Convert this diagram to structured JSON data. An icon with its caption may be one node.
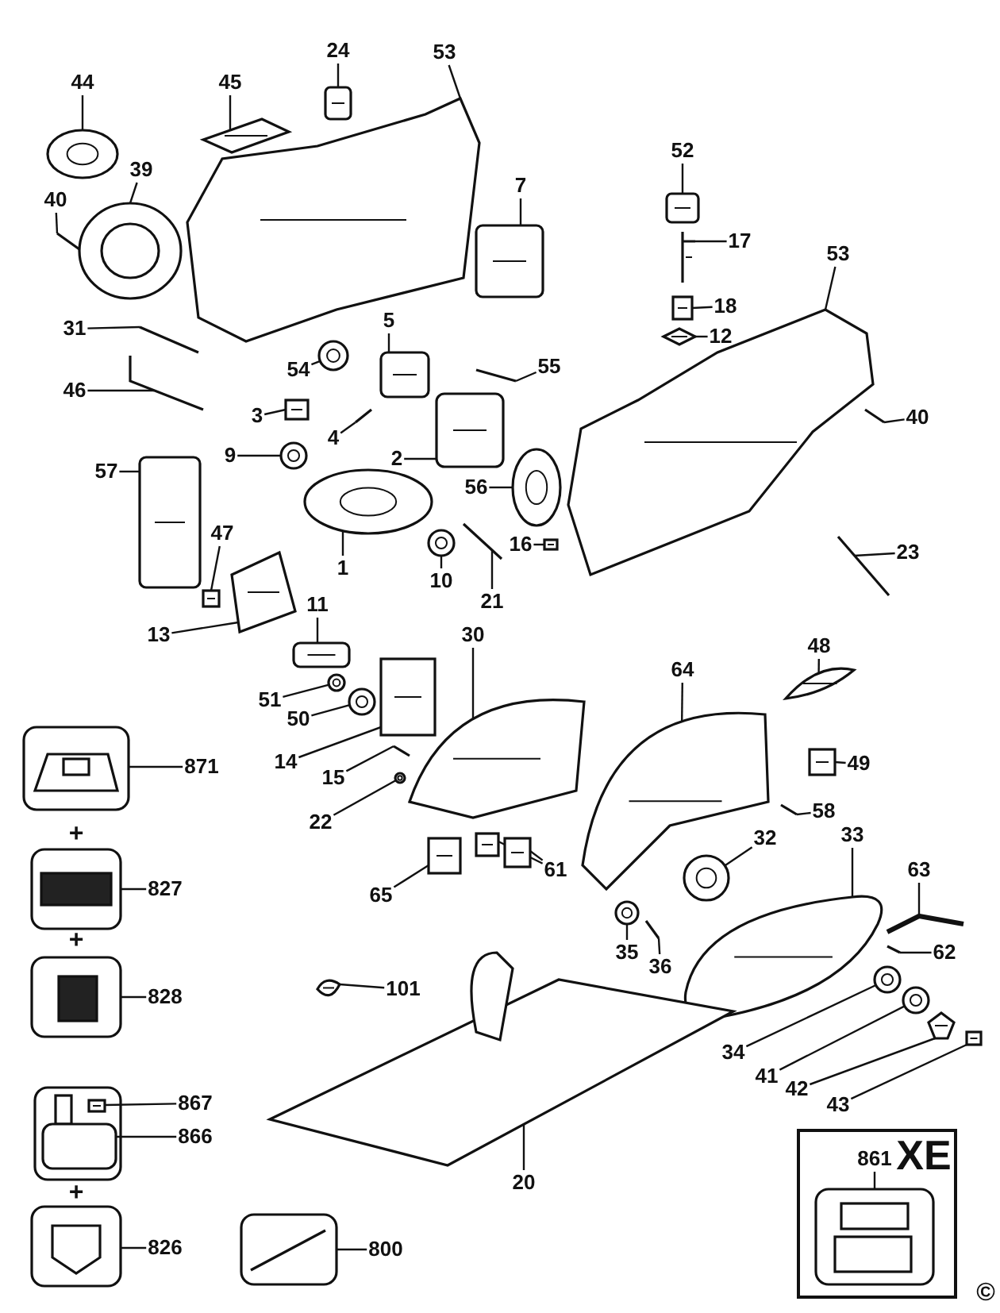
{
  "diagram": {
    "nodes": [
      {
        "text": [
          "24"
        ]
      },
      {
        "text": [
          "53"
        ]
      },
      {
        "text": [
          "44"
        ]
      },
      {
        "text": [
          "45"
        ]
      },
      {
        "text": [
          "39"
        ]
      },
      {
        "text": [
          "40"
        ]
      },
      {
        "text": [
          "52"
        ]
      },
      {
        "text": [
          "7"
        ]
      },
      {
        "text": [
          "17"
        ]
      },
      {
        "text": [
          "53"
        ]
      },
      {
        "text": [
          "18"
        ]
      },
      {
        "text": [
          "5"
        ]
      },
      {
        "text": [
          "31"
        ]
      },
      {
        "text": [
          "12"
        ]
      },
      {
        "text": [
          "54"
        ]
      },
      {
        "text": [
          "55"
        ]
      },
      {
        "text": [
          "46"
        ]
      },
      {
        "text": [
          "3"
        ]
      },
      {
        "text": [
          "40"
        ]
      },
      {
        "text": [
          "4"
        ]
      },
      {
        "text": [
          "9"
        ]
      },
      {
        "text": [
          "2"
        ]
      },
      {
        "text": [
          "57"
        ]
      },
      {
        "text": [
          "56"
        ]
      },
      {
        "text": [
          "16"
        ]
      },
      {
        "text": [
          "47"
        ]
      },
      {
        "text": [
          "23"
        ]
      },
      {
        "text": [
          "1"
        ]
      },
      {
        "text": [
          "10"
        ]
      },
      {
        "text": [
          "21"
        ]
      },
      {
        "text": [
          "11"
        ]
      },
      {
        "text": [
          "30"
        ]
      },
      {
        "text": [
          "13"
        ]
      },
      {
        "text": [
          "64"
        ]
      },
      {
        "text": [
          "48"
        ]
      },
      {
        "text": [
          "51"
        ]
      },
      {
        "text": [
          "50"
        ]
      },
      {
        "text": [
          "61"
        ]
      },
      {
        "text": [
          "871"
        ]
      },
      {
        "text": [
          "14"
        ]
      },
      {
        "text": [
          "49"
        ]
      },
      {
        "text": [
          "15"
        ]
      },
      {
        "text": [
          "58"
        ]
      },
      {
        "text": [
          "22"
        ]
      },
      {
        "text": [
          "33"
        ]
      },
      {
        "text": [
          "32"
        ]
      },
      {
        "text": [
          "63"
        ]
      },
      {
        "text": [
          "827"
        ]
      },
      {
        "text": [
          "65"
        ]
      },
      {
        "text": [
          "35"
        ]
      },
      {
        "text": [
          "62"
        ]
      },
      {
        "text": [
          "36"
        ]
      },
      {
        "text": [
          "101"
        ]
      },
      {
        "text": [
          "828"
        ]
      },
      {
        "text": [
          "34"
        ]
      },
      {
        "text": [
          "41"
        ]
      },
      {
        "text": [
          "42"
        ]
      },
      {
        "text": [
          "43"
        ]
      },
      {
        "text": [
          "867"
        ]
      },
      {
        "text": [
          "866"
        ]
      },
      {
        "text": [
          "861"
        ]
      },
      {
        "text": [
          "20"
        ]
      },
      {
        "text": [
          "826"
        ]
      },
      {
        "text": [
          "800"
        ]
      },
      {
        "text": [],
        "shape": "picture"
      },
      {
        "text": [],
        "shape": "picture"
      },
      {
        "text": [],
        "shape": "picture"
      },
      {
        "text": [],
        "shape": "picture"
      },
      {
        "text": [],
        "shape": "picture"
      },
      {
        "text": [],
        "shape": "picture"
      },
      {
        "text": [],
        "shape": "picture"
      },
      {
        "text": [],
        "shape": "picture"
      },
      {
        "text": [],
        "shape": "picture"
      },
      {
        "text": [],
        "shape": "picture"
      },
      {
        "text": [],
        "shape": "picture"
      },
      {
        "text": [],
        "shape": "picture"
      },
      {
        "text": [],
        "shape": "picture"
      },
      {
        "text": [],
        "shape": "picture"
      },
      {
        "text": [],
        "shape": "picture"
      },
      {
        "text": [],
        "shape": "picture"
      },
      {
        "text": [],
        "shape": "picture"
      },
      {
        "text": [],
        "shape": "picture"
      },
      {
        "text": [],
        "shape": "picture"
      },
      {
        "text": [],
        "shape": "picture"
      },
      {
        "text": [],
        "shape": "picture"
      },
      {
        "text": [],
        "shape": "picture"
      },
      {
        "text": [],
        "shape": "picture"
      },
      {
        "text": [],
        "shape": "picture"
      },
      {
        "text": [],
        "shape": "picture"
      },
      {
        "text": [],
        "shape": "picture"
      },
      {
        "text": [],
        "shape": "picture"
      },
      {
        "text": [],
        "shape": "picture"
      },
      {
        "text": [],
        "shape": "picture"
      },
      {
        "text": [],
        "shape": "picture"
      },
      {
        "text": [],
        "shape": "picture"
      },
      {
        "text": [],
        "shape": "picture"
      },
      {
        "text": [],
        "shape": "picture"
      },
      {
        "text": [],
        "shape": "picture"
      },
      {
        "text": [],
        "shape": "picture"
      },
      {
        "text": [],
        "shape": "picture"
      },
      {
        "text": [],
        "shape": "picture"
      },
      {
        "text": [],
        "shape": "picture"
      },
      {
        "text": [],
        "shape": "picture"
      },
      {
        "text": [],
        "shape": "picture"
      },
      {
        "text": [],
        "shape": "picture"
      },
      {
        "text": [],
        "shape": "picture"
      },
      {
        "text": [],
        "shape": "picture"
      },
      {
        "text": [],
        "shape": "picture"
      },
      {
        "text": [],
        "shape": "picture"
      },
      {
        "text": [],
        "shape": "picture"
      },
      {
        "text": [],
        "shape": "picture"
      },
      {
        "text": [],
        "shape": "picture"
      },
      {
        "text": [],
        "shape": "picture"
      },
      {
        "text": [],
        "shape": "picture"
      },
      {
        "text": [],
        "shape": "picture"
      },
      {
        "text": [],
        "shape": "picture"
      },
      {
        "text": [],
        "shape": "picture"
      },
      {
        "text": [],
        "shape": "picture"
      },
      {
        "text": [],
        "shape": "picture"
      },
      {
        "text": [],
        "shape": "picture"
      },
      {
        "text": [],
        "shape": "picture"
      },
      {
        "text": [],
        "shape": "picture"
      },
      {
        "text": [],
        "shape": "picture"
      },
      {
        "text": [],
        "shape": "picture"
      },
      {
        "text": [],
        "shape": "picture"
      },
      {
        "text": [],
        "shape": "picture"
      },
      {
        "text": [],
        "shape": "picture"
      },
      {
        "text": [],
        "shape": "picture"
      },
      {
        "text": [],
        "shape": "picture"
      }
    ],
    "edges": [
      {
        "from": 0,
        "to": 64,
        "arrow": "none"
      },
      {
        "from": 1,
        "to": 65,
        "arrow": "none"
      },
      {
        "from": 2,
        "to": 66,
        "arrow": "none"
      },
      {
        "from": 3,
        "to": 67,
        "arrow": "none"
      },
      {
        "from": 4,
        "to": 68,
        "arrow": "none"
      },
      {
        "from": 5,
        "to": 69,
        "arrow": "none"
      },
      {
        "from": 6,
        "to": 70,
        "arrow": "none"
      },
      {
        "from": 7,
        "to": 71,
        "arrow": "none"
      },
      {
        "from": 8,
        "to": 72,
        "arrow": "none"
      },
      {
        "from": 9,
        "to": 73,
        "arrow": "none"
      },
      {
        "from": 10,
        "to": 74,
        "arrow": "none"
      },
      {
        "from": 11,
        "to": 75,
        "arrow": "none"
      },
      {
        "from": 12,
        "to": 76,
        "arrow": "none"
      },
      {
        "from": 13,
        "to": 77,
        "arrow": "none"
      },
      {
        "from": 14,
        "to": 78,
        "arrow": "none"
      },
      {
        "from": 15,
        "to": 79,
        "arrow": "none"
      },
      {
        "from": 16,
        "to": 80,
        "arrow": "none"
      },
      {
        "from": 17,
        "to": 81,
        "arrow": "none"
      },
      {
        "from": 18,
        "to": 82,
        "arrow": "none"
      },
      {
        "from": 19,
        "to": 83,
        "arrow": "none"
      },
      {
        "from": 20,
        "to": 84,
        "arrow": "none"
      },
      {
        "from": 21,
        "to": 85,
        "arrow": "none"
      },
      {
        "from": 22,
        "to": 86,
        "arrow": "none"
      },
      {
        "from": 23,
        "to": 87,
        "arrow": "none"
      },
      {
        "from": 24,
        "to": 88,
        "arrow": "none"
      },
      {
        "from": 25,
        "to": 89,
        "arrow": "none"
      },
      {
        "from": 26,
        "to": 90,
        "arrow": "none"
      },
      {
        "from": 27,
        "to": 91,
        "arrow": "none"
      },
      {
        "from": 28,
        "to": 92,
        "arrow": "none"
      },
      {
        "from": 29,
        "to": 93,
        "arrow": "none"
      },
      {
        "from": 30,
        "to": 94,
        "arrow": "none"
      },
      {
        "from": 31,
        "to": 95,
        "arrow": "none"
      },
      {
        "from": 32,
        "to": 96,
        "arrow": "none"
      },
      {
        "from": 33,
        "to": 97,
        "arrow": "none"
      },
      {
        "from": 34,
        "to": 98,
        "arrow": "none"
      },
      {
        "from": 35,
        "to": 99,
        "arrow": "none"
      },
      {
        "from": 36,
        "to": 100,
        "arrow": "none"
      },
      {
        "from": 37,
        "to": 101,
        "arrow": "none"
      },
      {
        "from": 37,
        "to": 102,
        "arrow": "none"
      },
      {
        "from": 38,
        "to": 103,
        "arrow": "none"
      },
      {
        "from": 39,
        "to": 104,
        "arrow": "none"
      },
      {
        "from": 40,
        "to": 105,
        "arrow": "none"
      },
      {
        "from": 41,
        "to": 106,
        "arrow": "none"
      },
      {
        "from": 42,
        "to": 107,
        "arrow": "none"
      },
      {
        "from": 43,
        "to": 108,
        "arrow": "none"
      },
      {
        "from": 44,
        "to": 109,
        "arrow": "none"
      },
      {
        "from": 45,
        "to": 110,
        "arrow": "none"
      },
      {
        "from": 46,
        "to": 111,
        "arrow": "none"
      },
      {
        "from": 47,
        "to": 112,
        "arrow": "none"
      },
      {
        "from": 48,
        "to": 113,
        "arrow": "none"
      },
      {
        "from": 49,
        "to": 114,
        "arrow": "none"
      },
      {
        "from": 50,
        "to": 115,
        "arrow": "none"
      },
      {
        "from": 51,
        "to": 116,
        "arrow": "none"
      },
      {
        "from": 52,
        "to": 117,
        "arrow": "none"
      },
      {
        "from": 53,
        "to": 118,
        "arrow": "none"
      },
      {
        "from": 54,
        "to": 119,
        "arrow": "none"
      },
      {
        "from": 55,
        "to": 120,
        "arrow": "none"
      },
      {
        "from": 56,
        "to": 121,
        "arrow": "none"
      },
      {
        "from": 57,
        "to": 122,
        "arrow": "none"
      },
      {
        "from": 58,
        "to": 124,
        "arrow": "none"
      },
      {
        "from": 59,
        "to": 123,
        "arrow": "none"
      },
      {
        "from": 60,
        "to": 125,
        "arrow": "none"
      },
      {
        "from": 61,
        "to": 126,
        "arrow": "none"
      },
      {
        "from": 62,
        "to": 127,
        "arrow": "none"
      },
      {
        "from": 63,
        "to": 128,
        "arrow": "none"
      }
    ],
    "labels": [
      "+",
      "+",
      "XE",
      "+",
      "©"
    ]
  }
}
